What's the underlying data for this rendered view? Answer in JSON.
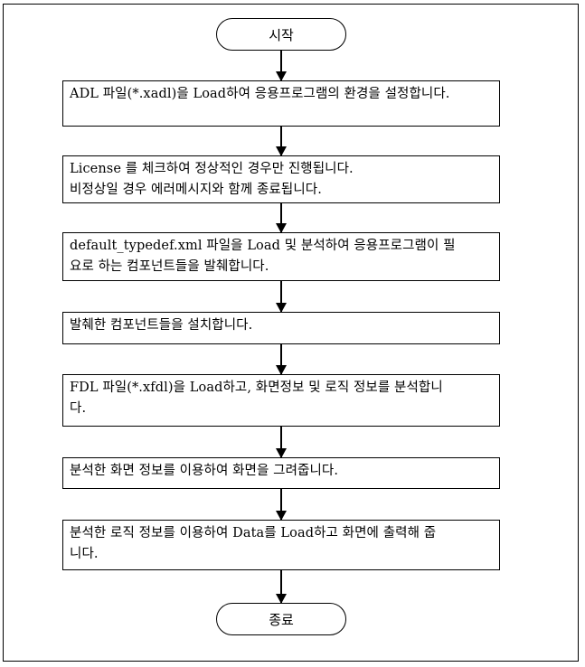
{
  "flowchart": {
    "start_label": "시작",
    "end_label": "종료",
    "steps": [
      {
        "lines": [
          "ADL 파일(*.xadl)을 Load하여 응용프로그램의 환경을 설정합니다."
        ]
      },
      {
        "lines": [
          "License 를 체크하여 정상적인 경우만 진행됩니다.",
          "비정상일 경우 에러메시지와 함께 종료됩니다."
        ]
      },
      {
        "lines": [
          "default_typedef.xml 파일을 Load 및 분석하여 응용프로그램이 필",
          "요로 하는 컴포넌트들을 발췌합니다."
        ]
      },
      {
        "lines": [
          "발췌한 컴포넌트들을 설치합니다."
        ]
      },
      {
        "lines": [
          "FDL 파일(*.xfdl)을 Load하고, 화면정보 및 로직 정보를 분석합니",
          "다."
        ]
      },
      {
        "lines": [
          "분석한 화면 정보를 이용하여 화면을 그려줍니다."
        ]
      },
      {
        "lines": [
          "분석한 로직 정보를 이용하여 Data를 Load하고 화면에 출력해 줍",
          "니다."
        ]
      }
    ]
  }
}
